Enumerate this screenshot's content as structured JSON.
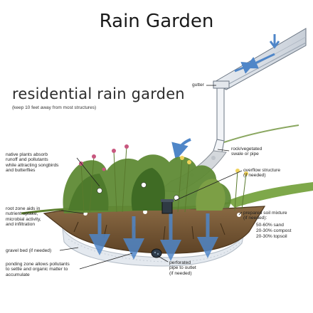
{
  "title": "Rain Garden",
  "heading": "residential rain garden",
  "subheading": "(keep 10 feet away from most structures)",
  "labels": {
    "gutter": "gutter",
    "swale": "rock/vegetated\nswale or pipe",
    "native_plants": "native plants absorb\nrunoff and pollutants\nwhile attracting songbirds\nand butterflies",
    "overflow": "overflow structure\n(if needed)",
    "root_zone": "root zone aids in\nnutrient uptake,\nmicrobial activity,\nand infiltration",
    "soil_mixture": "prepared soil mixture\n(if needed):",
    "soil_sand": "50-60% sand",
    "soil_compost": "20-30% compost",
    "soil_topsoil": "20-30% topsoil",
    "gravel": "gravel bed (if needed)",
    "ponding": "ponding zone allows pollutants\nto settle and organic matter to\naccumulate",
    "pipe": "perforated\npipe to outlet\n(if needed)"
  },
  "colors": {
    "water": "#4f86c8",
    "soil": "#7a5a36",
    "gravel": "#dfe5ec",
    "grass": "#6f9a3a"
  }
}
